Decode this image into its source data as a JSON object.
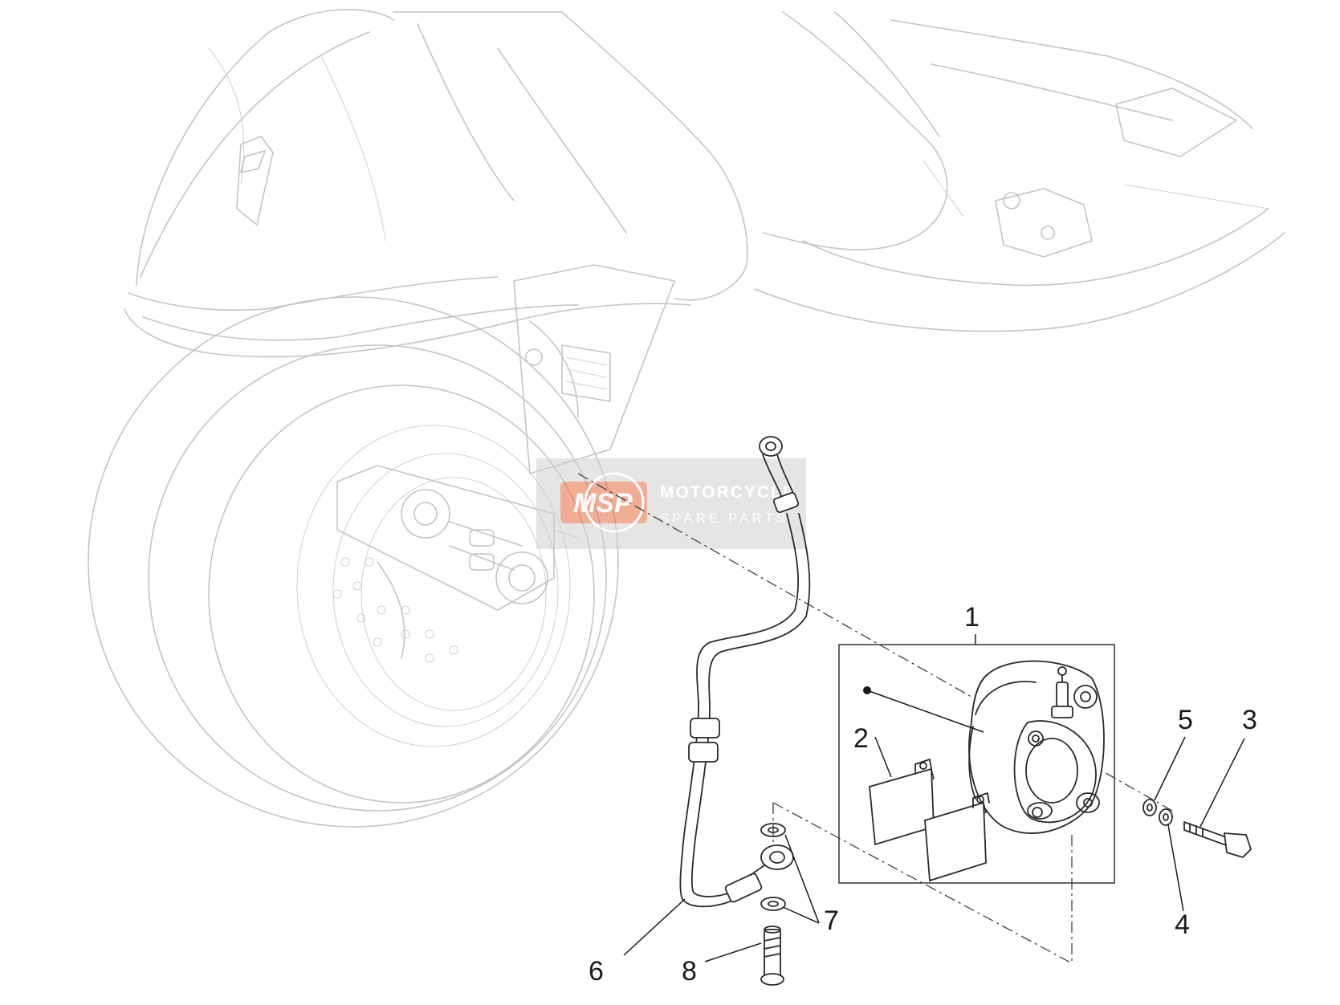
{
  "diagram": {
    "callouts": [
      {
        "id": "1",
        "label": "1"
      },
      {
        "id": "2",
        "label": "2"
      },
      {
        "id": "3",
        "label": "3"
      },
      {
        "id": "4",
        "label": "4"
      },
      {
        "id": "5",
        "label": "5"
      },
      {
        "id": "6",
        "label": "6"
      },
      {
        "id": "7",
        "label": "7"
      },
      {
        "id": "8",
        "label": "8"
      }
    ]
  },
  "watermark": {
    "logo_text": "MSP",
    "line1": "MOTORCYCLE",
    "line2": "SPARE PARTS",
    "color": "#e8622c"
  },
  "colors": {
    "ghost_line": "#c4c4c4",
    "part_line": "#2a2a2a",
    "background": "#ffffff"
  }
}
